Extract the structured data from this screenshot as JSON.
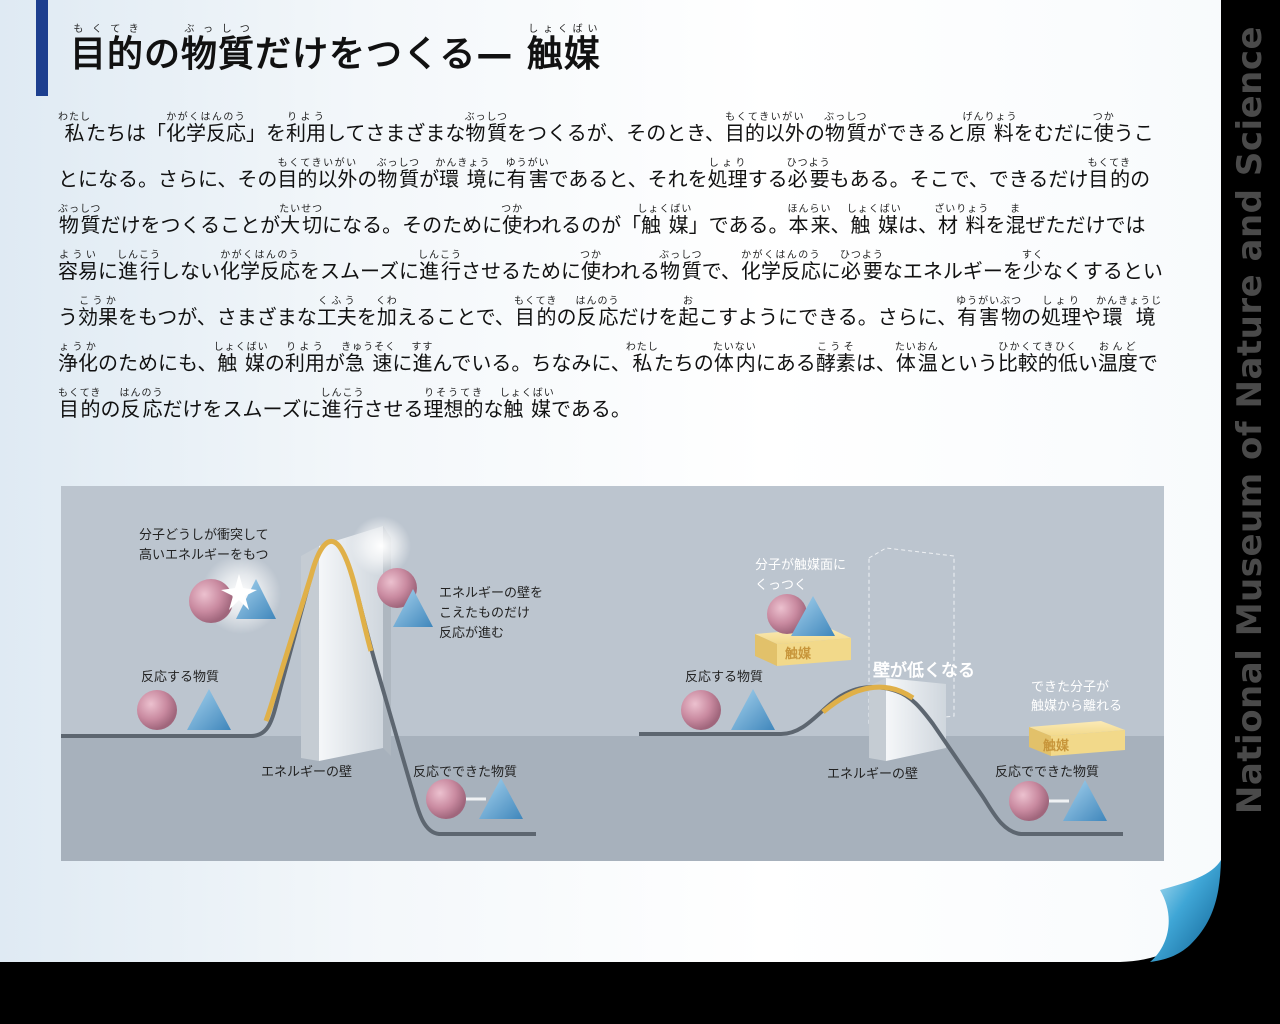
{
  "title": {
    "segments": [
      {
        "text": "目的",
        "ruby": "もくてき"
      },
      {
        "text": "の"
      },
      {
        "text": "物質",
        "ruby": "ぶっしつ"
      },
      {
        "text": "だけをつくる— "
      },
      {
        "text": "触媒",
        "ruby": "しょくばい"
      }
    ]
  },
  "body": {
    "segments": [
      {
        "text": "私",
        "ruby": "わたし"
      },
      {
        "text": "たちは「"
      },
      {
        "text": "化学反応",
        "ruby": "かがくはんのう"
      },
      {
        "text": "」を"
      },
      {
        "text": "利用",
        "ruby": "りよう"
      },
      {
        "text": "してさまざまな"
      },
      {
        "text": "物質",
        "ruby": "ぶっしつ"
      },
      {
        "text": "をつくるが、そのとき、"
      },
      {
        "text": "目的以外",
        "ruby": "もくてきいがい"
      },
      {
        "text": "の"
      },
      {
        "text": "物質",
        "ruby": "ぶっしつ"
      },
      {
        "text": "ができると"
      },
      {
        "text": "原料",
        "ruby": "げんりょう"
      },
      {
        "text": "をむだに"
      },
      {
        "text": "使",
        "ruby": "つか"
      },
      {
        "text": "うことになる。さらに、その"
      },
      {
        "text": "目的以外",
        "ruby": "もくてきいがい"
      },
      {
        "text": "の"
      },
      {
        "text": "物質",
        "ruby": "ぶっしつ"
      },
      {
        "text": "が"
      },
      {
        "text": "環境",
        "ruby": "かんきょう"
      },
      {
        "text": "に"
      },
      {
        "text": "有害",
        "ruby": "ゆうがい"
      },
      {
        "text": "であると、それを"
      },
      {
        "text": "処理",
        "ruby": "しょり"
      },
      {
        "text": "する"
      },
      {
        "text": "必要",
        "ruby": "ひつよう"
      },
      {
        "text": "もある。そこで、できるだけ"
      },
      {
        "text": "目的",
        "ruby": "もくてき"
      },
      {
        "text": "の"
      },
      {
        "text": "物質",
        "ruby": "ぶっしつ"
      },
      {
        "text": "だけをつくることが"
      },
      {
        "text": "大切",
        "ruby": "たいせつ"
      },
      {
        "text": "になる。そのために"
      },
      {
        "text": "使",
        "ruby": "つか"
      },
      {
        "text": "われるのが「"
      },
      {
        "text": "触媒",
        "ruby": "しょくばい"
      },
      {
        "text": "」である。"
      },
      {
        "text": "本来",
        "ruby": "ほんらい"
      },
      {
        "text": "、"
      },
      {
        "text": "触媒",
        "ruby": "しょくばい"
      },
      {
        "text": "は、"
      },
      {
        "text": "材料",
        "ruby": "ざいりょう"
      },
      {
        "text": "を"
      },
      {
        "text": "混",
        "ruby": "ま"
      },
      {
        "text": "ぜただけでは"
      },
      {
        "text": "容易",
        "ruby": "ようい"
      },
      {
        "text": "に"
      },
      {
        "text": "進行",
        "ruby": "しんこう"
      },
      {
        "text": "しない"
      },
      {
        "text": "化学反応",
        "ruby": "かがくはんのう"
      },
      {
        "text": "をスムーズに"
      },
      {
        "text": "進行",
        "ruby": "しんこう"
      },
      {
        "text": "させるために"
      },
      {
        "text": "使",
        "ruby": "つか"
      },
      {
        "text": "われる"
      },
      {
        "text": "物質",
        "ruby": "ぶっしつ"
      },
      {
        "text": "で、"
      },
      {
        "text": "化学反応",
        "ruby": "かがくはんのう"
      },
      {
        "text": "に"
      },
      {
        "text": "必要",
        "ruby": "ひつよう"
      },
      {
        "text": "なエネルギーを"
      },
      {
        "text": "少",
        "ruby": "すく"
      },
      {
        "text": "なくするという"
      },
      {
        "text": "効果",
        "ruby": "こうか"
      },
      {
        "text": "をもつが、さまざまな"
      },
      {
        "text": "工夫",
        "ruby": "くふう"
      },
      {
        "text": "を"
      },
      {
        "text": "加",
        "ruby": "くわ"
      },
      {
        "text": "えることで、"
      },
      {
        "text": "目的",
        "ruby": "もくてき"
      },
      {
        "text": "の"
      },
      {
        "text": "反応",
        "ruby": "はんのう"
      },
      {
        "text": "だけを"
      },
      {
        "text": "起",
        "ruby": "お"
      },
      {
        "text": "こすようにできる。さらに、"
      },
      {
        "text": "有害物",
        "ruby": "ゆうがいぶつ"
      },
      {
        "text": "の"
      },
      {
        "text": "処理",
        "ruby": "しょり"
      },
      {
        "text": "や"
      },
      {
        "text": "環境浄化",
        "ruby": "かんきょうじょうか"
      },
      {
        "text": "のためにも、"
      },
      {
        "text": "触媒",
        "ruby": "しょくばい"
      },
      {
        "text": "の"
      },
      {
        "text": "利用",
        "ruby": "りよう"
      },
      {
        "text": "が"
      },
      {
        "text": "急速",
        "ruby": "きゅうそく"
      },
      {
        "text": "に"
      },
      {
        "text": "進",
        "ruby": "すす"
      },
      {
        "text": "んでいる。ちなみに、"
      },
      {
        "text": "私",
        "ruby": "わたし"
      },
      {
        "text": "たちの"
      },
      {
        "text": "体内",
        "ruby": "たいない"
      },
      {
        "text": "にある"
      },
      {
        "text": "酵素",
        "ruby": "こうそ"
      },
      {
        "text": "は、"
      },
      {
        "text": "体温",
        "ruby": "たいおん"
      },
      {
        "text": "という"
      },
      {
        "text": "比較的低",
        "ruby": "ひかくてきひく"
      },
      {
        "text": "い"
      },
      {
        "text": "温度",
        "ruby": "おんど"
      },
      {
        "text": "で"
      },
      {
        "text": "目的",
        "ruby": "もくてき"
      },
      {
        "text": "の"
      },
      {
        "text": "反応",
        "ruby": "はんのう"
      },
      {
        "text": "だけをスムーズに"
      },
      {
        "text": "進行",
        "ruby": "しんこう"
      },
      {
        "text": "させる"
      },
      {
        "text": "理想的",
        "ruby": "りそうてき"
      },
      {
        "text": "な"
      },
      {
        "text": "触媒",
        "ruby": "しょくばい"
      },
      {
        "text": "である。"
      }
    ]
  },
  "diagram": {
    "left": {
      "collision_label_1": "分子どうしが衝突して",
      "collision_label_2": "高いエネルギーをもつ",
      "over_wall_label_1": "エネルギーの壁を",
      "over_wall_label_2": "こえたものだけ",
      "over_wall_label_3": "反応が進む",
      "reactants_label": "反応する物質",
      "wall_label": "エネルギーの壁",
      "products_label": "反応でできた物質"
    },
    "right": {
      "adsorb_label_1": "分子が触媒面に",
      "adsorb_label_2": "くっつく",
      "catalyst_block_label": "触媒",
      "lower_wall_label": "壁が低くなる",
      "reactants_label": "反応する物質",
      "release_label_1": "できた分子が",
      "release_label_2": "触媒から離れる",
      "catalyst_block_label_2": "触媒",
      "wall_label": "エネルギーの壁",
      "products_label": "反応でできた物質"
    }
  },
  "side_text": "National Museum of Nature and Science",
  "colors": {
    "accent": "#1d3f8f",
    "diagram_bg_top": "#bcc5cf",
    "diagram_bg_bottom": "#a4aeb9",
    "energy_curve": "#e0b048",
    "molecule_sphere": "#c98aa0",
    "molecule_triangle": "#5aa0cc",
    "catalyst_block": "#f2d98a"
  }
}
